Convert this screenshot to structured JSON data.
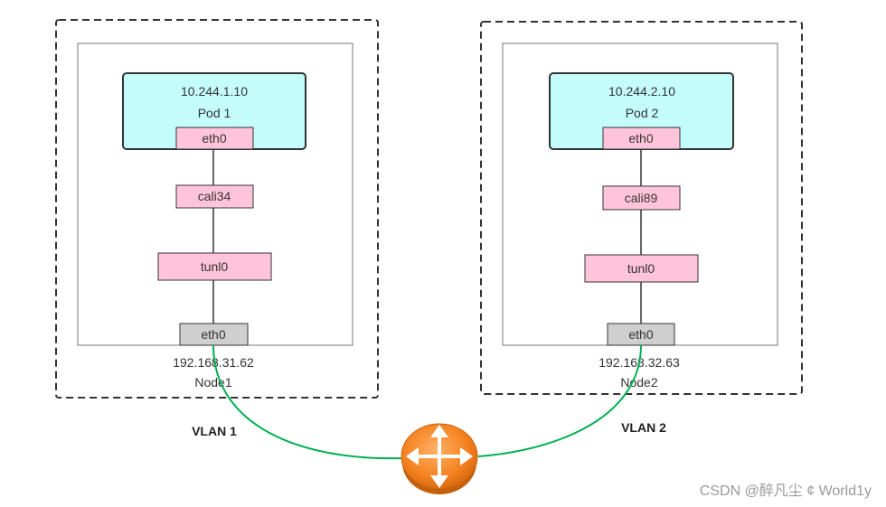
{
  "nodes": [
    {
      "pod_ip": "10.244.1.10",
      "pod_name": "Pod 1",
      "pod_iface": "eth0",
      "cali": "cali34",
      "tunl": "tunl0",
      "host_iface": "eth0",
      "node_ip": "192.168.31.62",
      "node_name": "Node1",
      "vlan": "VLAN 1"
    },
    {
      "pod_ip": "10.244.2.10",
      "pod_name": "Pod 2",
      "pod_iface": "eth0",
      "cali": "cali89",
      "tunl": "tunl0",
      "host_iface": "eth0",
      "node_ip": "192.168.32.63",
      "node_name": "Node2",
      "vlan": "VLAN 2"
    }
  ],
  "watermark": "CSDN @醉凡尘 ¢  World1y",
  "colors": {
    "pod_fill": "#c4fcfc",
    "iface_fill": "#ffc4dc",
    "host_iface_fill": "#cfcfcf",
    "link": "#00b050",
    "router": "#f58220"
  },
  "icons": {
    "router": "router-icon"
  }
}
